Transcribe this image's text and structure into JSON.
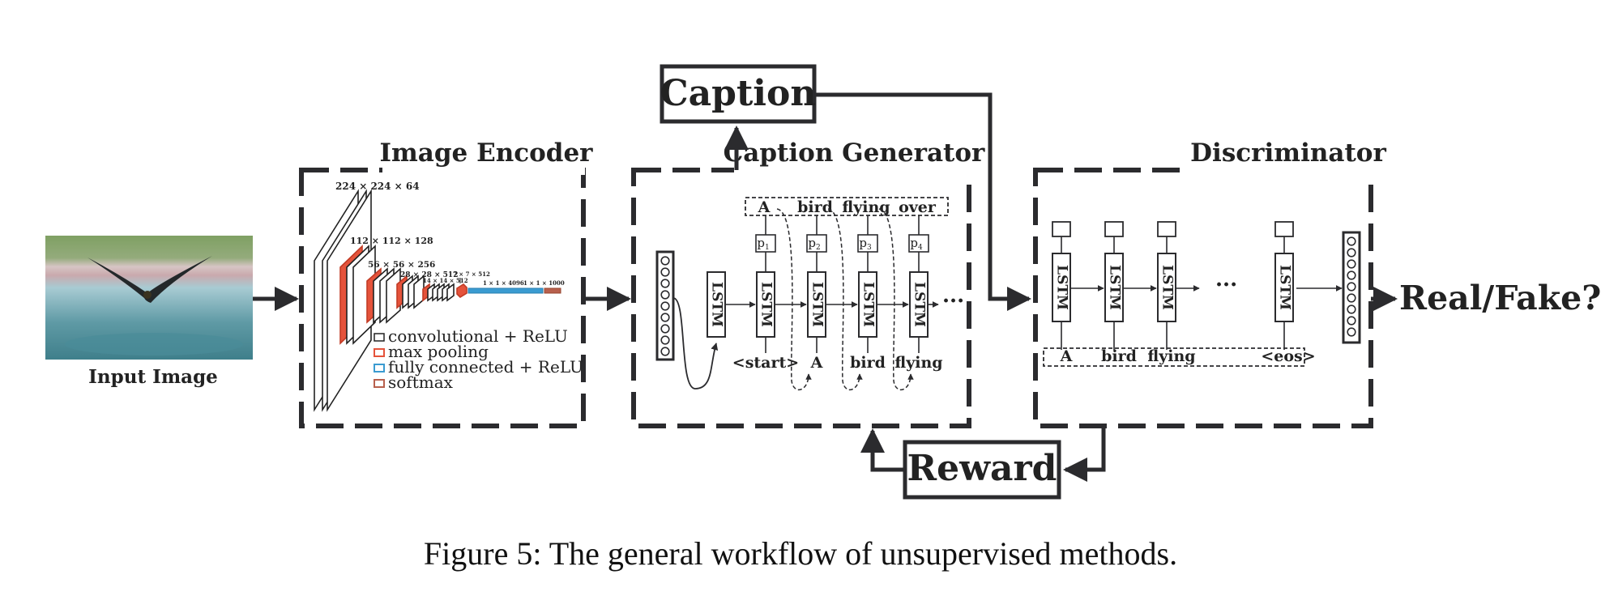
{
  "colors": {
    "ink": "#2b2b2e",
    "conv": "#ffffff",
    "pool": "#e5533b",
    "fc": "#3a9bd1",
    "softmax": "#b8604d"
  },
  "input": {
    "label": "Input Image"
  },
  "encoder": {
    "title": "Image Encoder",
    "dims": {
      "d1": "224 × 224 × 64",
      "d2": "112 × 112 × 128",
      "d3": "56 × 56 × 256",
      "d4": "28 × 28 × 512",
      "d5": "14 × 14 × 512",
      "d6": "7 × 7 × 512",
      "d7": "1 × 1 × 4096",
      "d8": "1 × 1 × 1000"
    },
    "legend": {
      "conv": "convolutional + ReLU",
      "pool": "max pooling",
      "fc": "fully connected + ReLU",
      "softmax": "softmax"
    }
  },
  "generator": {
    "title": "Caption Generator",
    "lstm": "LSTM",
    "outputs": [
      "A",
      "bird",
      "flying",
      "over"
    ],
    "probs": [
      "p",
      "p",
      "p",
      "p"
    ],
    "prob_subs": [
      "1",
      "2",
      "3",
      "4"
    ],
    "inputs": [
      "<start>",
      "A",
      "bird",
      "flying"
    ],
    "ellipsis": "···"
  },
  "caption_box": {
    "label": "Caption"
  },
  "discriminator": {
    "title": "Discriminator",
    "lstm": "LSTM",
    "words": [
      "A",
      "bird",
      "flying",
      "<eos>"
    ],
    "ellipsis": "···"
  },
  "reward_box": {
    "label": "Reward"
  },
  "output_label": "Real/Fake?",
  "figure_caption": "Figure 5: The general workflow of unsupervised methods."
}
